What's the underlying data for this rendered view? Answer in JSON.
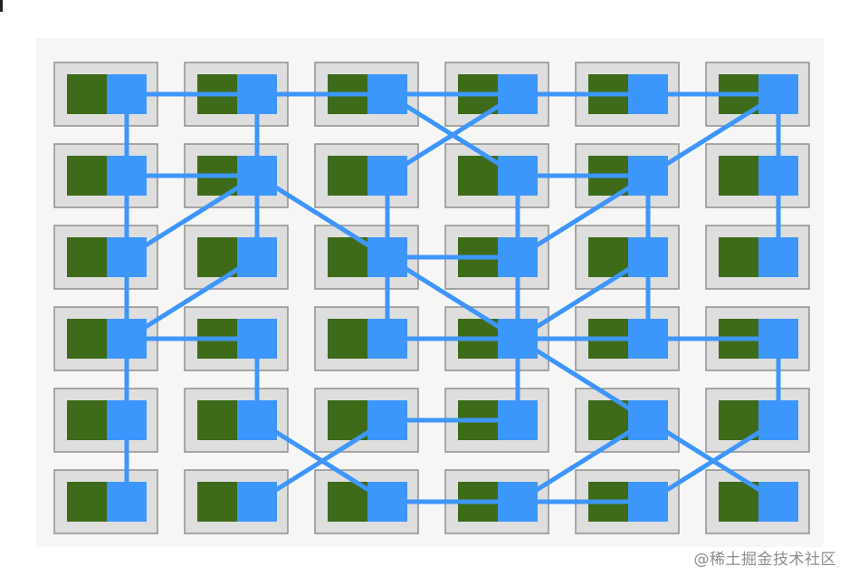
{
  "diagram": {
    "colors": {
      "panel": "#f6f6f6",
      "cell_fill": "#dedede",
      "cell_border": "#8f8f8f",
      "green": "#3d6b19",
      "node": "#3d96fb",
      "edge": "#3d96fb"
    },
    "grid": {
      "rows": 6,
      "cols": 6
    },
    "edges": [
      [
        [
          0,
          0
        ],
        [
          0,
          1
        ]
      ],
      [
        [
          0,
          1
        ],
        [
          0,
          2
        ]
      ],
      [
        [
          0,
          2
        ],
        [
          0,
          3
        ]
      ],
      [
        [
          0,
          3
        ],
        [
          0,
          4
        ]
      ],
      [
        [
          0,
          4
        ],
        [
          0,
          5
        ]
      ],
      [
        [
          0,
          0
        ],
        [
          1,
          0
        ]
      ],
      [
        [
          0,
          1
        ],
        [
          1,
          1
        ]
      ],
      [
        [
          0,
          2
        ],
        [
          1,
          3
        ]
      ],
      [
        [
          0,
          3
        ],
        [
          1,
          2
        ]
      ],
      [
        [
          0,
          5
        ],
        [
          1,
          4
        ]
      ],
      [
        [
          0,
          5
        ],
        [
          1,
          5
        ]
      ],
      [
        [
          1,
          0
        ],
        [
          1,
          1
        ]
      ],
      [
        [
          1,
          3
        ],
        [
          1,
          4
        ]
      ],
      [
        [
          1,
          0
        ],
        [
          2,
          0
        ]
      ],
      [
        [
          1,
          1
        ],
        [
          2,
          0
        ]
      ],
      [
        [
          1,
          1
        ],
        [
          2,
          1
        ]
      ],
      [
        [
          1,
          1
        ],
        [
          2,
          2
        ]
      ],
      [
        [
          1,
          2
        ],
        [
          2,
          2
        ]
      ],
      [
        [
          1,
          3
        ],
        [
          2,
          3
        ]
      ],
      [
        [
          1,
          4
        ],
        [
          2,
          3
        ]
      ],
      [
        [
          1,
          4
        ],
        [
          2,
          4
        ]
      ],
      [
        [
          1,
          5
        ],
        [
          2,
          5
        ]
      ],
      [
        [
          2,
          2
        ],
        [
          2,
          3
        ]
      ],
      [
        [
          2,
          0
        ],
        [
          3,
          0
        ]
      ],
      [
        [
          2,
          1
        ],
        [
          3,
          0
        ]
      ],
      [
        [
          2,
          2
        ],
        [
          3,
          2
        ]
      ],
      [
        [
          2,
          2
        ],
        [
          3,
          3
        ]
      ],
      [
        [
          2,
          3
        ],
        [
          3,
          3
        ]
      ],
      [
        [
          2,
          4
        ],
        [
          3,
          3
        ]
      ],
      [
        [
          2,
          4
        ],
        [
          3,
          4
        ]
      ],
      [
        [
          3,
          0
        ],
        [
          3,
          1
        ]
      ],
      [
        [
          3,
          2
        ],
        [
          3,
          3
        ]
      ],
      [
        [
          3,
          3
        ],
        [
          3,
          4
        ]
      ],
      [
        [
          3,
          4
        ],
        [
          3,
          5
        ]
      ],
      [
        [
          3,
          0
        ],
        [
          4,
          0
        ]
      ],
      [
        [
          3,
          1
        ],
        [
          4,
          1
        ]
      ],
      [
        [
          3,
          3
        ],
        [
          4,
          3
        ]
      ],
      [
        [
          3,
          3
        ],
        [
          4,
          4
        ]
      ],
      [
        [
          3,
          5
        ],
        [
          4,
          5
        ]
      ],
      [
        [
          4,
          2
        ],
        [
          4,
          3
        ]
      ],
      [
        [
          4,
          0
        ],
        [
          5,
          0
        ]
      ],
      [
        [
          4,
          1
        ],
        [
          5,
          2
        ]
      ],
      [
        [
          4,
          2
        ],
        [
          5,
          1
        ]
      ],
      [
        [
          4,
          4
        ],
        [
          5,
          3
        ]
      ],
      [
        [
          4,
          4
        ],
        [
          5,
          5
        ]
      ],
      [
        [
          4,
          5
        ],
        [
          5,
          4
        ]
      ],
      [
        [
          5,
          2
        ],
        [
          5,
          3
        ]
      ],
      [
        [
          5,
          3
        ],
        [
          5,
          4
        ]
      ]
    ]
  },
  "watermark": "@稀土掘金技术社区"
}
